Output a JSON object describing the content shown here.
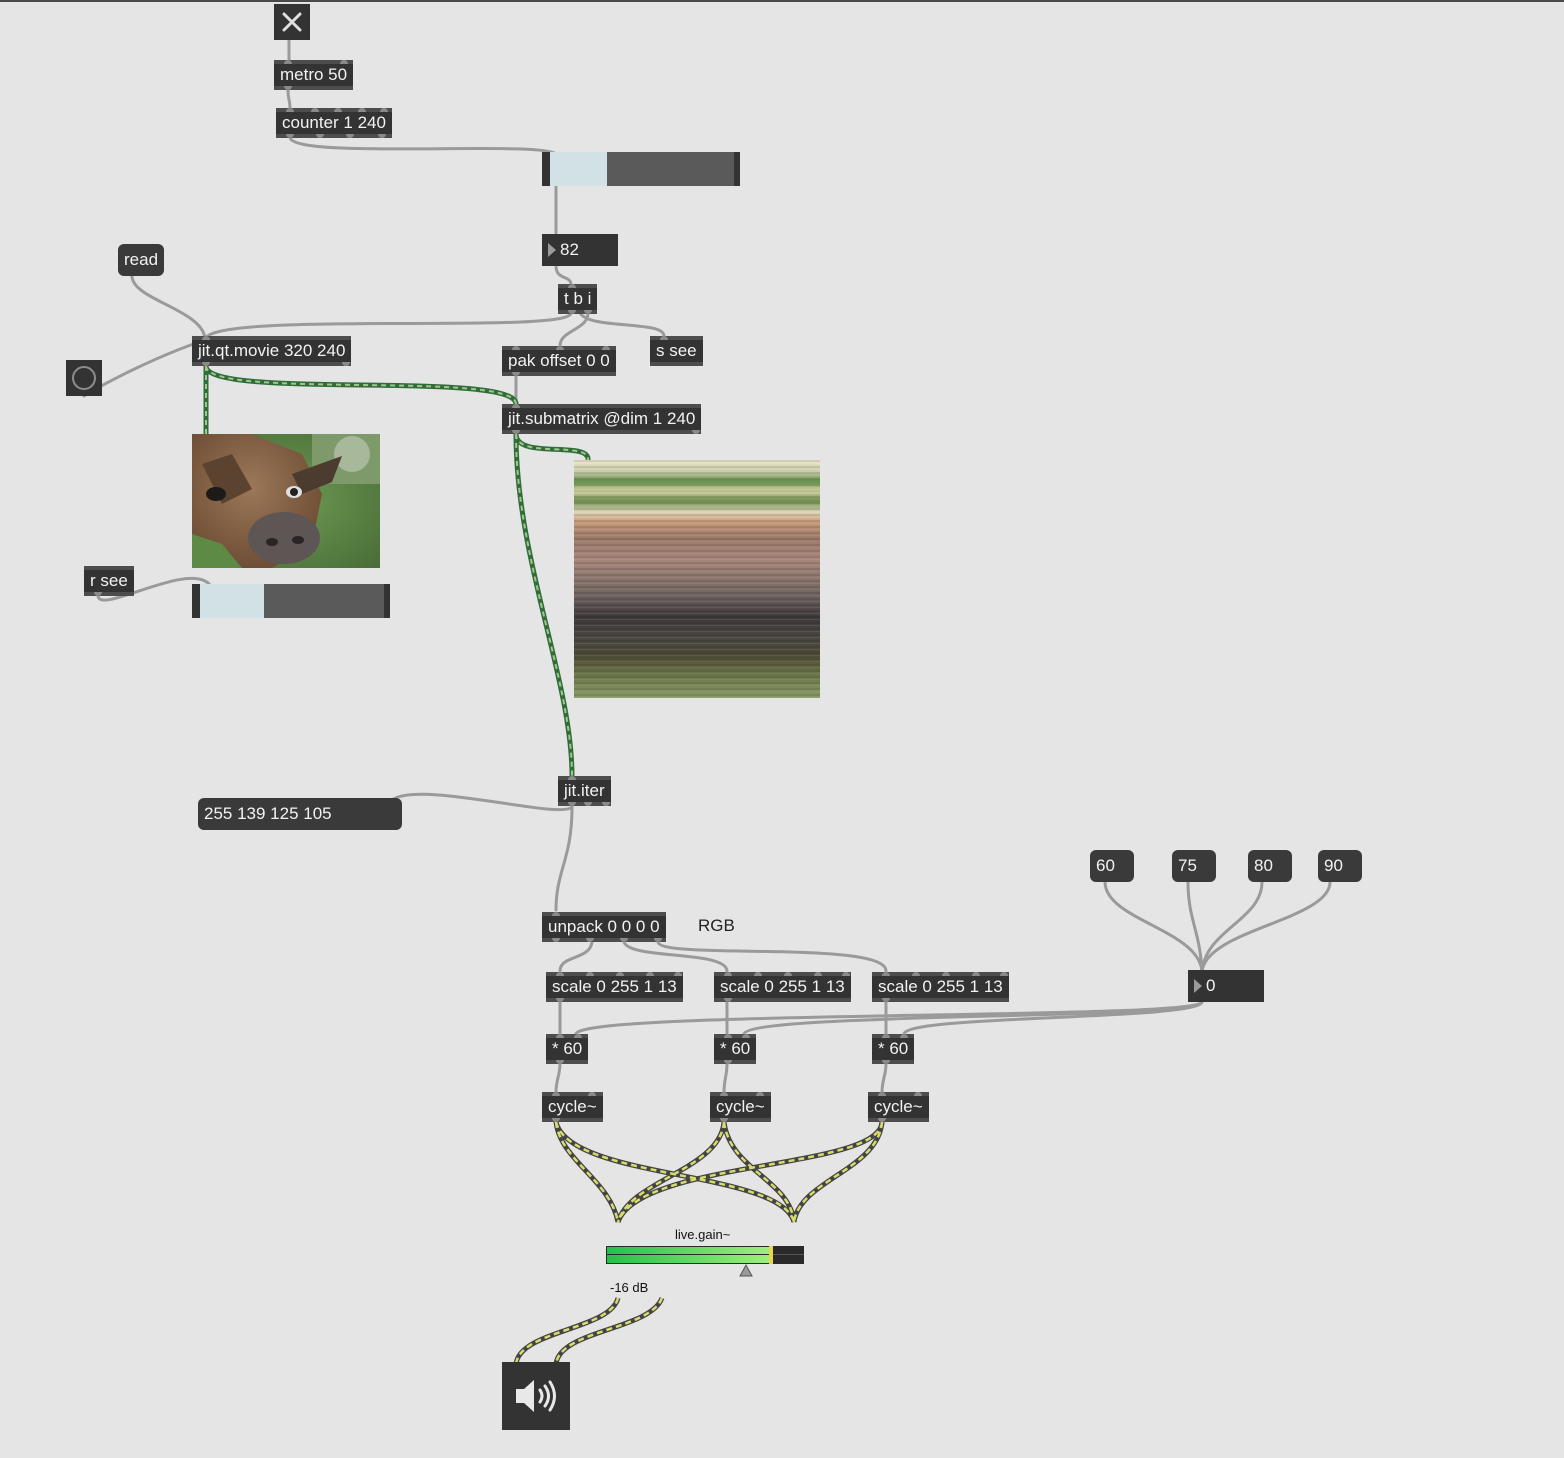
{
  "objects": {
    "metro": "metro 50",
    "counter": "counter 1 240",
    "tbi": "t b i",
    "movie": "jit.qt.movie 320 240",
    "pak": "pak offset 0 0",
    "send": "s see",
    "submatrix": "jit.submatrix @dim 1 240",
    "receive": "r see",
    "iter": "jit.iter",
    "unpack": "unpack 0 0 0 0",
    "scale1": "scale 0 255 1 13",
    "scale2": "scale 0 255 1 13",
    "scale3": "scale 0 255 1 13",
    "mul1": "* 60",
    "mul2": "* 60",
    "mul3": "* 60",
    "cycle1": "cycle~",
    "cycle2": "cycle~",
    "cycle3": "cycle~"
  },
  "messages": {
    "read": "read",
    "iter_list": "255 139 125 105",
    "m60": "60",
    "m75": "75",
    "m80": "80",
    "m90": "90"
  },
  "numbers": {
    "counter_value": "82",
    "base_freq": "0"
  },
  "comments": {
    "rgb": "RGB"
  },
  "live_gain": {
    "label": "live.gain~",
    "value": "-16 dB"
  },
  "sliders": {
    "counter_slider": 0.31,
    "see_slider": 0.35
  },
  "colors": {
    "patch_bg": "#e5e5e5",
    "object_bg": "#333333",
    "matrix_cord": "#2f6e3a",
    "signal_cord": "#c9d25a"
  }
}
